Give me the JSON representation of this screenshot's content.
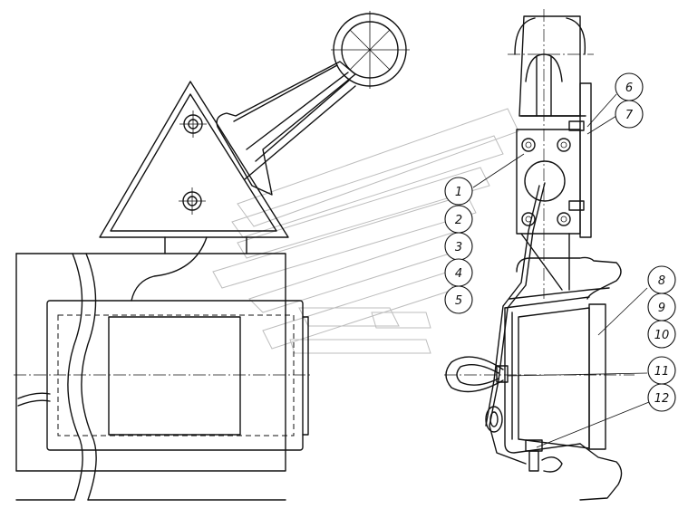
{
  "colors": {
    "ink": "#111111",
    "background": "#ffffff",
    "watermark": "#bdbdbd"
  },
  "callouts": [
    {
      "label": "1"
    },
    {
      "label": "2"
    },
    {
      "label": "3"
    },
    {
      "label": "4"
    },
    {
      "label": "5"
    },
    {
      "label": "6"
    },
    {
      "label": "7"
    },
    {
      "label": "8"
    },
    {
      "label": "9"
    },
    {
      "label": "10"
    },
    {
      "label": "11"
    },
    {
      "label": "12"
    }
  ]
}
